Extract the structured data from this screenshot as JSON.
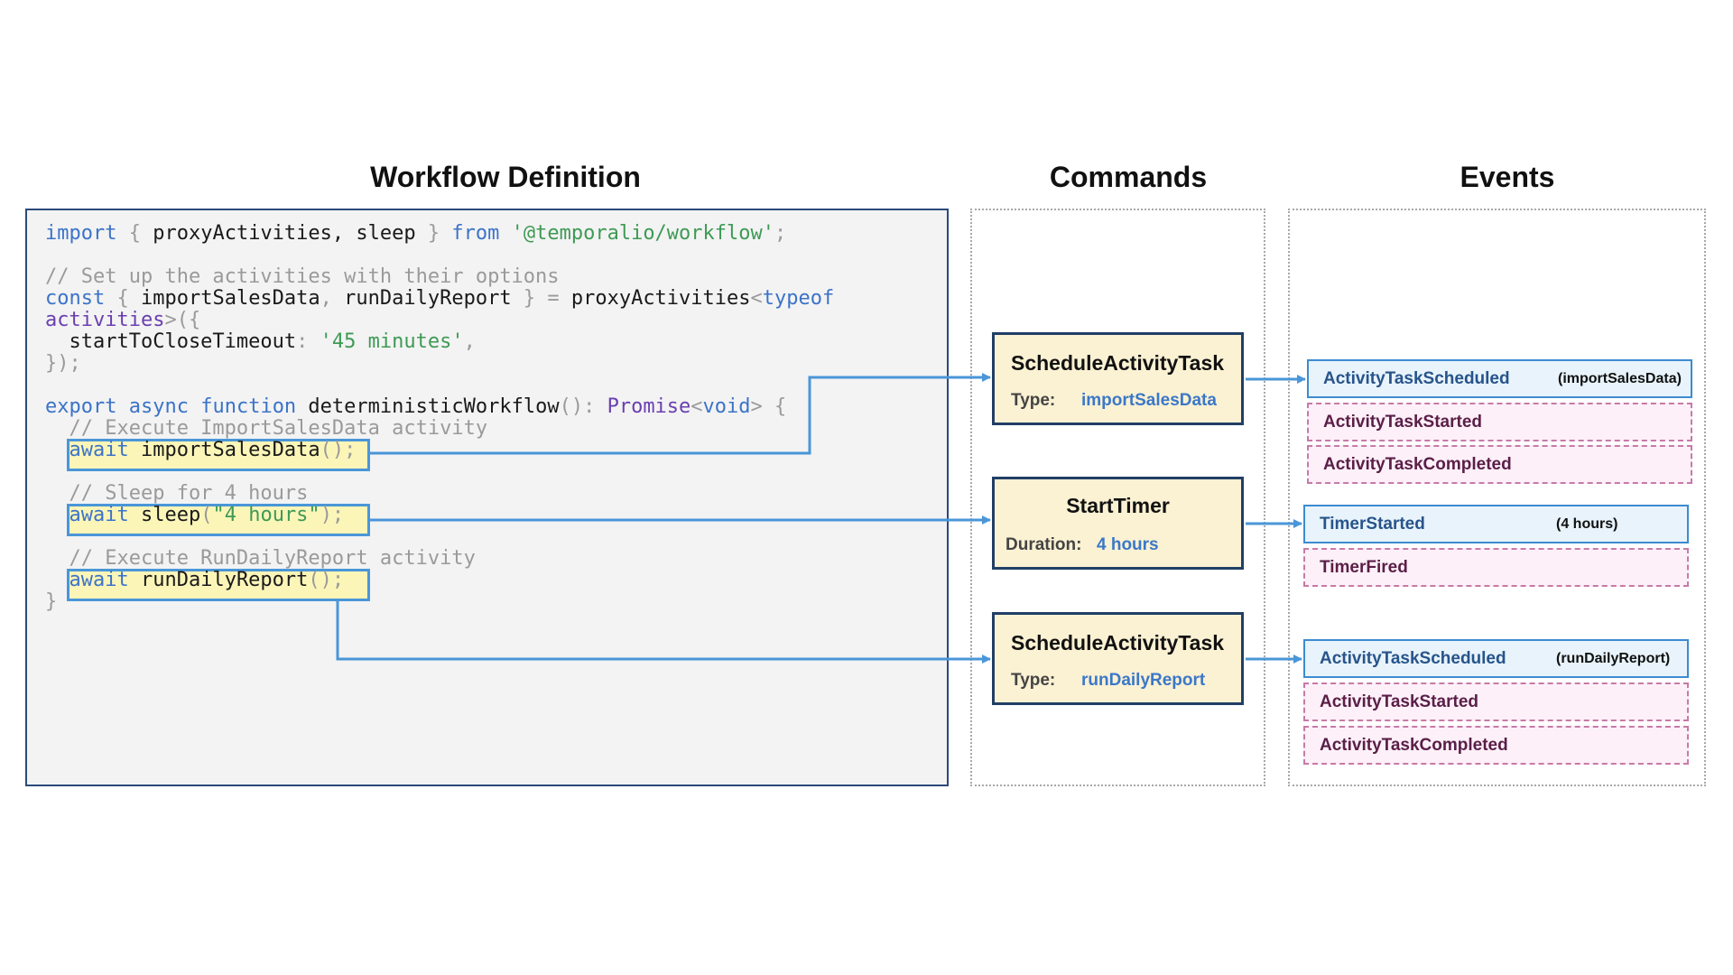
{
  "headings": {
    "workflow": "Workflow Definition",
    "commands": "Commands",
    "events": "Events"
  },
  "code": {
    "l1": {
      "kw1": "import",
      "p1": " { ",
      "t1": "proxyActivities, sleep",
      "p2": " } ",
      "kw2": "from",
      "s1": " '@temporalio/workflow'",
      "p3": ";"
    },
    "l2": {
      "c": "// Set up the activities with their options"
    },
    "l3": {
      "kw1": "const",
      "p1": " { ",
      "t1": "importSalesData",
      "p2": ", ",
      "t2": "runDailyReport",
      "p3": " } = ",
      "t3": "proxyActivities",
      "p4": "<",
      "kw2": "typeof"
    },
    "l4": {
      "ty": "activities",
      "p1": ">({"
    },
    "l5": {
      "t1": "  startToCloseTimeout",
      "p1": ": ",
      "s1": "'45 minutes'",
      "p2": ","
    },
    "l6": {
      "p1": "});"
    },
    "l7": {
      "kw1": "export",
      "sp1": " ",
      "kw2": "async",
      "sp2": " ",
      "kw3": "function",
      "t1": " deterministicWorkflow",
      "p1": "(): ",
      "ty": "Promise",
      "p2": "<",
      "kw4": "void",
      "p3": "> {"
    },
    "l8": {
      "c": "  // Execute ImportSalesData activity"
    },
    "l9": {
      "ind": "  ",
      "kw": "await",
      "t1": " importSalesData",
      "p1": "();"
    },
    "l10": {
      "c": "  // Sleep for 4 hours"
    },
    "l11": {
      "ind": "  ",
      "kw": "await",
      "t1": " sleep",
      "p1": "(",
      "s1": "\"4 hours\"",
      "p2": ");"
    },
    "l12": {
      "c": "  // Execute RunDailyReport activity"
    },
    "l13": {
      "ind": "  ",
      "kw": "await",
      "t1": " runDailyReport",
      "p1": "();"
    },
    "l14": {
      "p1": "}"
    }
  },
  "commands": [
    {
      "title": "ScheduleActivityTask",
      "label": "Type:",
      "value": "importSalesData"
    },
    {
      "title": "StartTimer",
      "label": "Duration:",
      "value": "4 hours"
    },
    {
      "title": "ScheduleActivityTask",
      "label": "Type:",
      "value": "runDailyReport"
    }
  ],
  "events": [
    {
      "name": "ActivityTaskScheduled",
      "note": "(importSalesData)"
    },
    {
      "name": "ActivityTaskStarted"
    },
    {
      "name": "ActivityTaskCompleted"
    },
    {
      "name": "TimerStarted",
      "note": "(4 hours)"
    },
    {
      "name": "TimerFired"
    },
    {
      "name": "ActivityTaskScheduled",
      "note": "(runDailyReport)"
    },
    {
      "name": "ActivityTaskStarted"
    },
    {
      "name": "ActivityTaskCompleted"
    }
  ],
  "colors": {
    "arrow": "#4a96d8",
    "code_border": "#2c4a7a",
    "command_fill": "#fbf1d3",
    "command_border": "#213f66",
    "event_blue_fill": "#e8f3fb",
    "event_pink_fill": "#fdf0f8"
  }
}
